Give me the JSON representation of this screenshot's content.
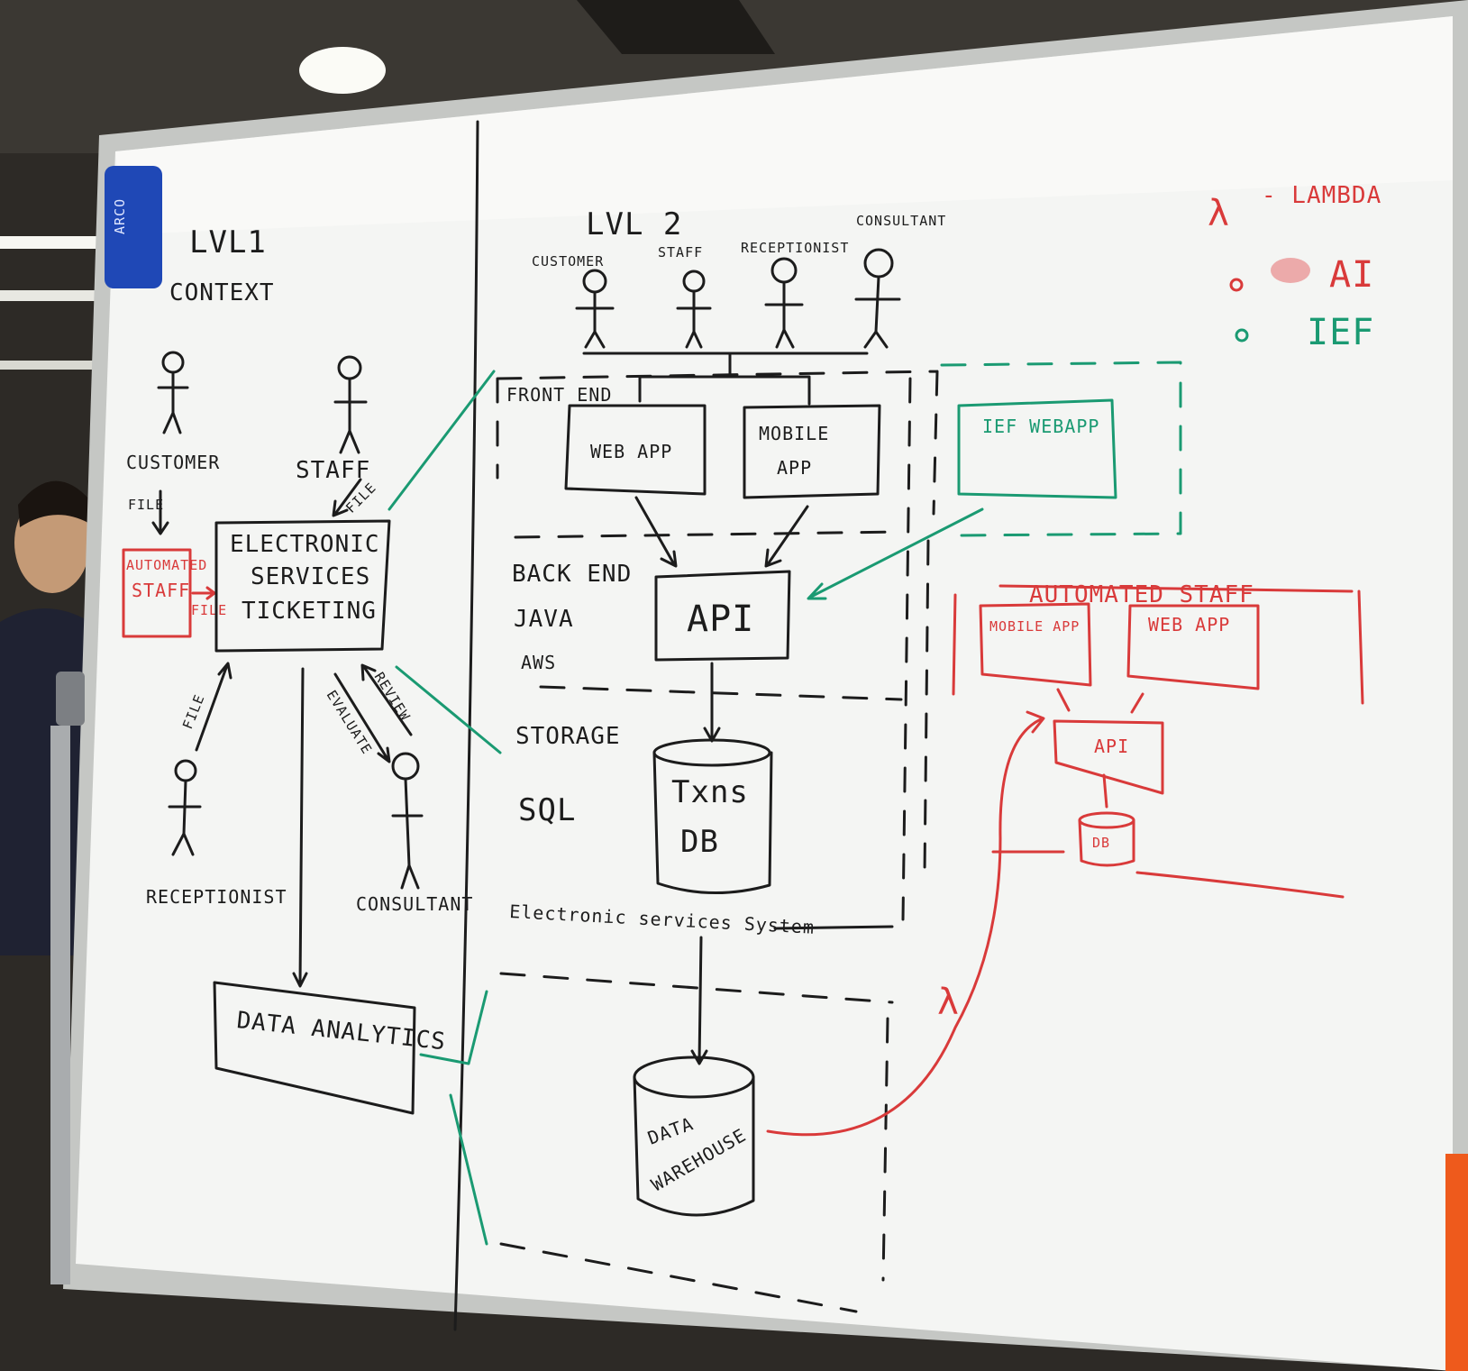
{
  "colors": {
    "marker_black": "#1c1c1c",
    "marker_red": "#d93a3a",
    "marker_green": "#1a9a72",
    "board_white": "#f4f5f3"
  },
  "eraser": {
    "brand": "ARCO"
  },
  "level1": {
    "title": "LVL1",
    "subtitle": "CONTEXT",
    "actors": {
      "customer": "CUSTOMER",
      "staff": "STAFF",
      "receptionist": "RECEPTIONIST",
      "consultant": "CONSULTANT"
    },
    "system_box": [
      "ELECTRONIC",
      "SERVICES",
      "TICKETING"
    ],
    "automated_staff_box": [
      "AUTOMATED",
      "STAFF"
    ],
    "data_analytics": "DATA ANALYTICS",
    "arrow_labels": {
      "customer_file": "FILE",
      "staff_file": "FILE",
      "automated_file": "FILE",
      "receptionist_file": "FILE",
      "review": "REVIEW",
      "evaluate": "EVALUATE"
    }
  },
  "level2": {
    "title": "LVL 2",
    "actors": {
      "customer": "CUSTOMER",
      "staff": "STAFF",
      "receptionist": "RECEPTIONIST",
      "consultant": "CONSULTANT"
    },
    "front_end_label": "FRONT END",
    "web_app": "WEB APP",
    "mobile_app": [
      "MOBILE",
      "APP"
    ],
    "back_end": [
      "BACK END",
      "JAVA",
      "AWS"
    ],
    "api": "API",
    "storage": [
      "STORAGE",
      "SQL"
    ],
    "txns_db": [
      "Txns",
      "DB"
    ],
    "system_label": "Electronic services System",
    "data_warehouse": [
      "DATA",
      "WAREHOUSE"
    ]
  },
  "green_area": {
    "ief_webapp": "IEF WEBAPP"
  },
  "red_area": {
    "title": "AUTOMATED STAFF",
    "mobile_app": "MOBILE APP",
    "web_app": "WEB APP",
    "api": "API",
    "db": "DB"
  },
  "legend": {
    "lambda_symbol": "λ",
    "lambda_label": "- LAMBDA",
    "ai_label": "AI",
    "ief_label": "IEF"
  }
}
